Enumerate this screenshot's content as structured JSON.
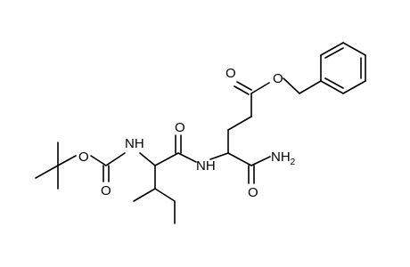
{
  "structure": {
    "type": "skeletal-formula",
    "atom_labels": {
      "carbamate_ether_o": "O",
      "carbamate_carbonyl_o": "O",
      "boc_nh": "NH",
      "amide_carbonyl_o": "O",
      "amide_nh": "NH",
      "ester_carbonyl_o": "O",
      "ester_o": "O",
      "primary_amide_o": "O",
      "primary_amide_n": "NH",
      "primary_amide_n_subscript": "2"
    }
  }
}
